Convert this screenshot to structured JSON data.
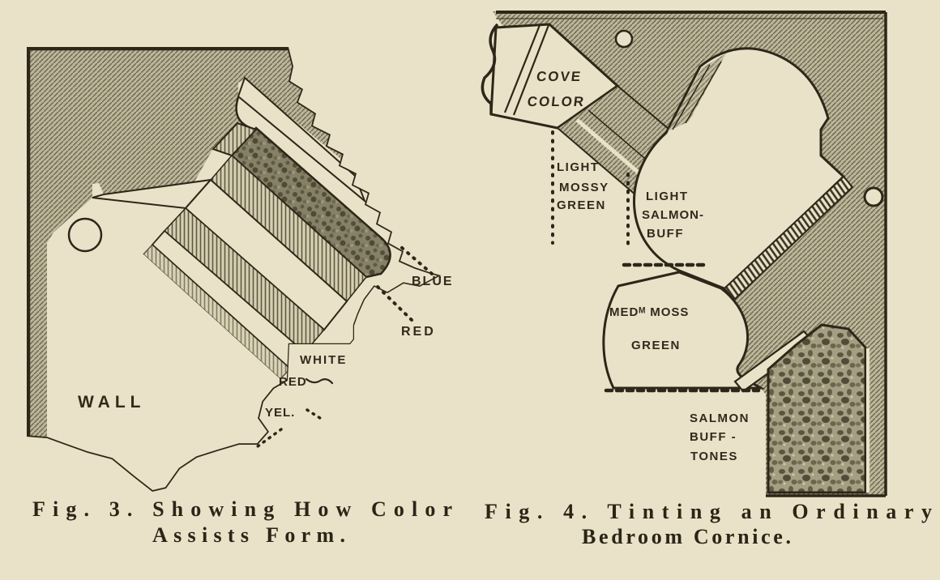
{
  "document": {
    "paper_color": "#e9e2c8",
    "ink_color": "#2e2618",
    "figure3": {
      "labels": {
        "wall": "WALL",
        "blue": "BLUE",
        "red_right": "RED",
        "white": "WHITE",
        "red_small": "RED",
        "yellow": "YEL."
      },
      "caption": {
        "line1": "Fig. 3. Showing How Color",
        "line2": "Assists Form."
      }
    },
    "figure4": {
      "labels": {
        "cove_line1": "COVE",
        "cove_line2": "COLOR",
        "mossy_line1": "LIGHT",
        "mossy_line2": "MOSSY",
        "mossy_line3": "GREEN",
        "salmon_line1": "LIGHT",
        "salmon_line2": "SALMON-",
        "salmon_line3": "BUFF",
        "moss_line1": "MEDᴹ MOSS",
        "moss_line2": "GREEN",
        "buff_line1": "SALMON",
        "buff_line2": "BUFF -",
        "buff_line3": "TONES"
      },
      "caption": {
        "line1": "Fig. 4. Tinting an Ordinary",
        "line2": "Bedroom Cornice."
      }
    }
  }
}
